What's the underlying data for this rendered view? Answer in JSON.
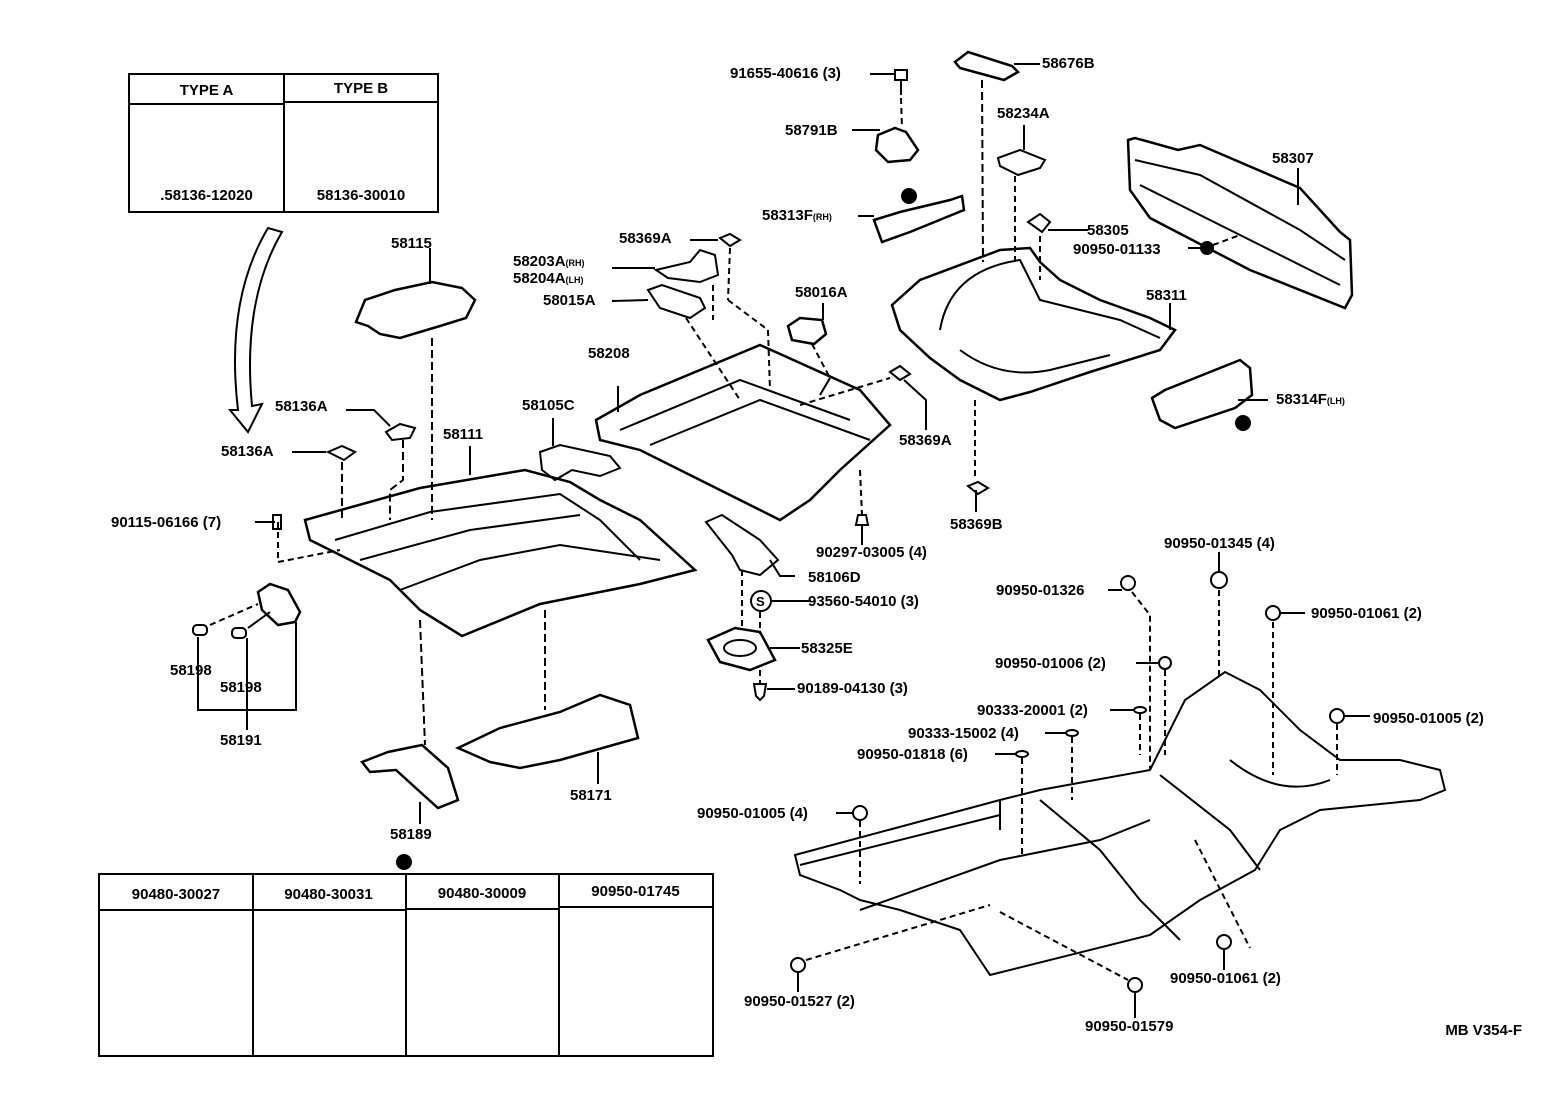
{
  "diagram": {
    "title_code": "MB V354-F",
    "type_table": {
      "columns": [
        {
          "header": "TYPE A",
          "part": ".58136-12020"
        },
        {
          "header": "TYPE B",
          "part": "58136-30010"
        }
      ]
    },
    "plug_table": {
      "columns": [
        {
          "part": "90480-30027"
        },
        {
          "part": "90480-30031"
        },
        {
          "part": "90480-30009"
        },
        {
          "part": "90950-01745"
        }
      ]
    },
    "labels": {
      "p91655": "91655-40616 (3)",
      "p58676B": "58676B",
      "p58234A": "58234A",
      "p58791B": "58791B",
      "p58313F": "58313F",
      "p58313F_sfx": "(RH)",
      "p58307": "58307",
      "p58305": "58305",
      "p90950_01133": "90950-01133",
      "p58311": "58311",
      "p58314F": "58314F",
      "p58314F_sfx": "(LH)",
      "p58369A_top": "58369A",
      "p58203A": "58203A",
      "p58203A_sfx": "(RH)",
      "p58204A": "58204A",
      "p58204A_sfx": "(LH)",
      "p58015A": "58015A",
      "p58016A": "58016A",
      "p58208": "58208",
      "p58105C": "58105C",
      "p58369A_mid": "58369A",
      "p58369B": "58369B",
      "p58115": "58115",
      "p58136A_1": "58136A",
      "p58136A_2": "58136A",
      "p58111": "58111",
      "p90115": "90115-06166 (7)",
      "p90297": "90297-03005 (4)",
      "p58106D": "58106D",
      "p93560": "93560-54010 (3)",
      "p58325E": "58325E",
      "p90189": "90189-04130 (3)",
      "p58198_1": "58198",
      "p58198_2": "58198",
      "p58191": "58191",
      "p58171": "58171",
      "p58189": "58189",
      "p90950_01345": "90950-01345 (4)",
      "p90950_01326": "90950-01326",
      "p90950_01061a": "90950-01061 (2)",
      "p90950_01006": "90950-01006 (2)",
      "p90333_20001": "90333-20001 (2)",
      "p90333_15002": "90333-15002 (4)",
      "p90950_01818": "90950-01818 (6)",
      "p90950_01005a": "90950-01005 (2)",
      "p90950_01005b": "90950-01005 (4)",
      "p90950_01527": "90950-01527 (2)",
      "p90950_01579": "90950-01579",
      "p90950_01061b": "90950-01061 (2)",
      "s_mark": "S"
    }
  }
}
